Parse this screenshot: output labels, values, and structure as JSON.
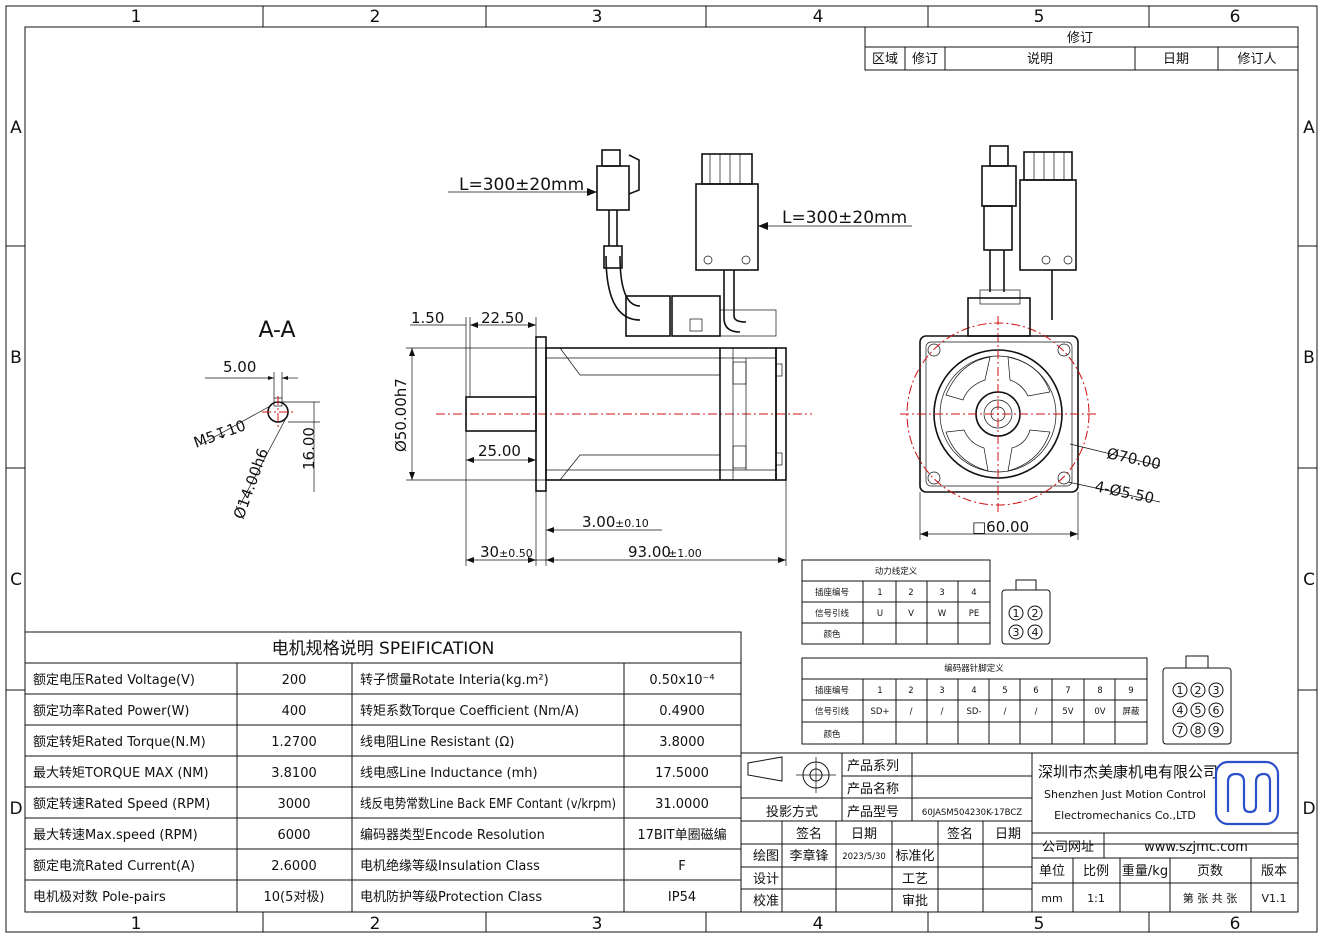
{
  "border": {
    "col_labels": [
      "1",
      "2",
      "3",
      "4",
      "5",
      "6"
    ],
    "row_labels": [
      "A",
      "B",
      "C",
      "D"
    ]
  },
  "revision": {
    "title": "修订",
    "headers": [
      "区域",
      "修订",
      "说明",
      "日期",
      "修订人"
    ]
  },
  "section": {
    "label": "A-A",
    "dims": {
      "width": "5.00",
      "thread": "M5↧10",
      "diameter": "Ø14.00h6",
      "height": "16.00"
    }
  },
  "side_view": {
    "cable1": "L=300±20mm",
    "cable2": "L=300±20mm",
    "dims": {
      "d_150": "1.50",
      "d_2250": "22.50",
      "d_2500": "25.00",
      "shaft_dia": "Ø50.00h7",
      "d_300": "3.00",
      "d_300_tol": "±0.10",
      "d_30": "30",
      "d_30_tol": "±0.50",
      "d_93": "93.00",
      "d_93_tol": "±1.00"
    }
  },
  "front_view": {
    "pcd": "Ø70.00",
    "holes": "4-Ø5.50",
    "square": "□60.00"
  },
  "power_table": {
    "title": "动力线定义",
    "rows": [
      {
        "label": "插座编号",
        "cells": [
          "1",
          "2",
          "3",
          "4"
        ]
      },
      {
        "label": "信号引线",
        "cells": [
          "U",
          "V",
          "W",
          "PE"
        ]
      },
      {
        "label": "颜色",
        "cells": [
          "",
          "",
          "",
          ""
        ]
      }
    ],
    "pins": [
      "1",
      "2",
      "3",
      "4"
    ]
  },
  "encoder_table": {
    "title": "编码器针脚定义",
    "rows": [
      {
        "label": "插座编号",
        "cells": [
          "1",
          "2",
          "3",
          "4",
          "5",
          "6",
          "7",
          "8",
          "9"
        ]
      },
      {
        "label": "信号引线",
        "cells": [
          "SD+",
          "/",
          "/",
          "SD-",
          "/",
          "/",
          "5V",
          "0V",
          "屏蔽"
        ]
      },
      {
        "label": "颜色",
        "cells": [
          "",
          "",
          "",
          "",
          "",
          "",
          "",
          "",
          ""
        ]
      }
    ],
    "pins": [
      "1",
      "2",
      "3",
      "4",
      "5",
      "6",
      "7",
      "8",
      "9"
    ]
  },
  "spec": {
    "title": "电机规格说明 SPEIFICATION",
    "rows": [
      {
        "l_label": "额定电压Rated Voltage(V)",
        "l_value": "200",
        "r_label": "转子惯量Rotate Interia(kg.m²)",
        "r_value": "0.50x10⁻⁴"
      },
      {
        "l_label": "额定功率Rated Power(W)",
        "l_value": "400",
        "r_label": "转矩系数Torque Coefficient (Nm/A)",
        "r_value": "0.4900"
      },
      {
        "l_label": "额定转矩Rated Torque(N.M)",
        "l_value": "1.2700",
        "r_label": "线电阻Line Resistant (Ω)",
        "r_value": "3.8000"
      },
      {
        "l_label": "最大转矩TORQUE MAX (NM)",
        "l_value": "3.8100",
        "r_label": "线电感Line Inductance (mh)",
        "r_value": "17.5000"
      },
      {
        "l_label": "额定转速Rated Speed (RPM)",
        "l_value": "3000",
        "r_label": "线反电势常数Line Back EMF Contant (v/krpm)",
        "r_value": "31.0000"
      },
      {
        "l_label": "最大转速Max.speed (RPM)",
        "l_value": "6000",
        "r_label": "编码器类型Encode Resolution",
        "r_value": "17BIT单圈磁编"
      },
      {
        "l_label": "额定电流Rated Current(A)",
        "l_value": "2.6000",
        "r_label": "电机绝缘等级Insulation Class",
        "r_value": "F"
      },
      {
        "l_label": "电机极对数 Pole-pairs",
        "l_value": "10(5对极)",
        "r_label": "电机防护等级Protection Class",
        "r_value": "IP54"
      }
    ]
  },
  "title_block": {
    "projection": "投影方式",
    "series_label": "产品系列",
    "name_label": "产品名称",
    "model_label": "产品型号",
    "model_value": "60JASM504230K-17BCZ",
    "sign": "签名",
    "date": "日期",
    "sign2": "签名",
    "date2": "日期",
    "draw": "绘图",
    "drawer": "李章锋",
    "draw_date": "2023/5/30",
    "standard": "标准化",
    "design": "设计",
    "process": "工艺",
    "check": "校准",
    "approve": "审批",
    "company_cn": "深圳市杰美康机电有限公司",
    "company_en1": "Shenzhen Just Motion Control",
    "company_en2": "Electromechanics Co.,LTD",
    "website_label": "公司网址",
    "website": "www.szjmc.com",
    "unit_label": "单位",
    "scale_label": "比例",
    "weight_label": "重量/kg",
    "pages_label": "页数",
    "version_label": "版本",
    "unit": "mm",
    "scale": "1:1",
    "pages": "第 张 共 张",
    "version": "V1.1"
  }
}
